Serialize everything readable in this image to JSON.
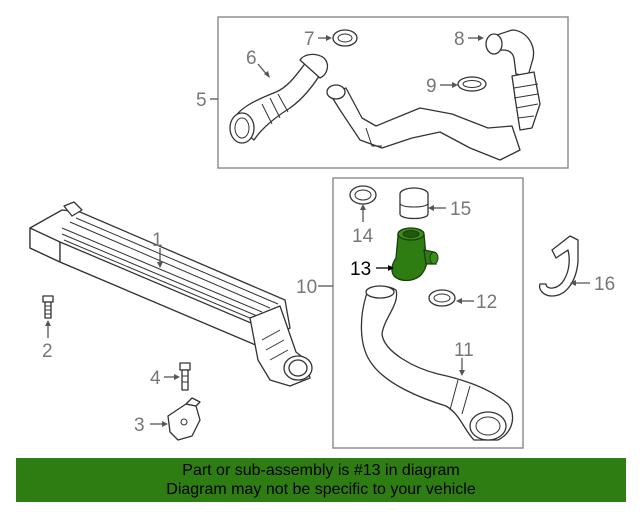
{
  "callouts": {
    "c1": "1",
    "c2": "2",
    "c3": "3",
    "c4": "4",
    "c5": "5",
    "c6": "6",
    "c7": "7",
    "c8": "8",
    "c9": "9",
    "c10": "10",
    "c11": "11",
    "c12": "12",
    "c13": "13",
    "c14": "14",
    "c15": "15",
    "c16": "16"
  },
  "highlight": {
    "part": "13",
    "color": "#2e7d12"
  },
  "banner": {
    "line1": "Part or sub-assembly is #13 in diagram",
    "line2": "Diagram may not be specific to your vehicle",
    "background": "#2e7d12"
  }
}
